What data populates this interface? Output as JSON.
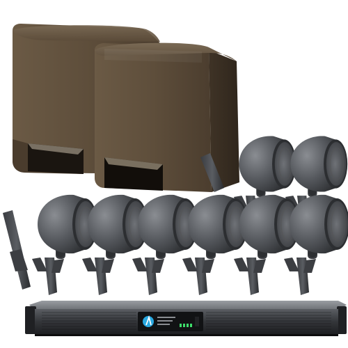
{
  "scene": {
    "background": "#ffffff",
    "subwoofer_color": "#5a4a38",
    "speaker_color": "#4a4c50",
    "amplifier_color": "#2b2d30",
    "amplifier_accent": "#29a8e0"
  },
  "products": {
    "subwoofers": {
      "count": 2,
      "icon": "subwoofer-icon"
    },
    "landscape_speakers": {
      "count": 8,
      "icon": "speaker-icon"
    },
    "amplifier": {
      "count": 1,
      "icon": "amplifier-icon",
      "logo_icon": "power-logo-icon"
    }
  }
}
